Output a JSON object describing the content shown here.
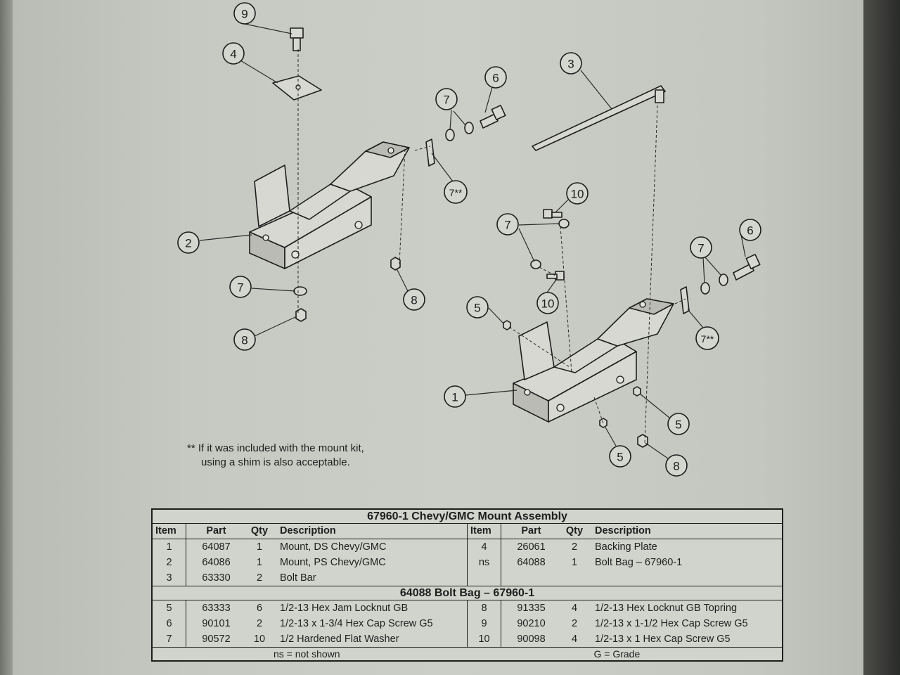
{
  "callouts": {
    "c9": "9",
    "c4": "4",
    "c3": "3",
    "c6a": "6",
    "c7a": "7",
    "c7s1": "7**",
    "c2": "2",
    "c10a": "10",
    "c7b": "7",
    "c6b": "6",
    "c7c": "7",
    "c7d": "7",
    "c10b": "10",
    "c8a": "8",
    "c5a": "5",
    "c7s2": "7**",
    "c8b": "8",
    "c1": "1",
    "c5b": "5",
    "c5c": "5",
    "c8c": "8"
  },
  "note": {
    "line1": "** If it was included with the mount kit,",
    "line2": "using a shim is also acceptable."
  },
  "bom": {
    "title": "67960-1  Chevy/GMC Mount Assembly",
    "headers": {
      "item": "Item",
      "part": "Part",
      "qty": "Qty",
      "desc": "Description"
    },
    "assembly_rows": [
      {
        "l": {
          "item": "1",
          "part": "64087",
          "qty": "1",
          "desc": "Mount, DS Chevy/GMC"
        },
        "r": {
          "item": "4",
          "part": "26061",
          "qty": "2",
          "desc": "Backing Plate"
        }
      },
      {
        "l": {
          "item": "2",
          "part": "64086",
          "qty": "1",
          "desc": "Mount, PS Chevy/GMC"
        },
        "r": {
          "item": "ns",
          "part": "64088",
          "qty": "1",
          "desc": "Bolt Bag – 67960-1"
        }
      },
      {
        "l": {
          "item": "3",
          "part": "63330",
          "qty": "2",
          "desc": "Bolt Bar"
        },
        "r": {
          "item": "",
          "part": "",
          "qty": "",
          "desc": ""
        }
      }
    ],
    "bag_title": "64088  Bolt Bag – 67960-1",
    "bag_rows": [
      {
        "l": {
          "item": "5",
          "part": "63333",
          "qty": "6",
          "desc": "1/2-13 Hex Jam Locknut GB"
        },
        "r": {
          "item": "8",
          "part": "91335",
          "qty": "4",
          "desc": "1/2-13 Hex Locknut GB Topring"
        }
      },
      {
        "l": {
          "item": "6",
          "part": "90101",
          "qty": "2",
          "desc": "1/2-13 x 1-3/4 Hex Cap Screw G5"
        },
        "r": {
          "item": "9",
          "part": "90210",
          "qty": "2",
          "desc": "1/2-13 x 1-1/2 Hex Cap Screw G5"
        }
      },
      {
        "l": {
          "item": "7",
          "part": "90572",
          "qty": "10",
          "desc": "1/2 Hardened Flat Washer"
        },
        "r": {
          "item": "10",
          "part": "90098",
          "qty": "4",
          "desc": "1/2-13 x 1 Hex Cap Screw G5"
        }
      }
    ],
    "footer_left": "ns = not shown",
    "footer_right": "G = Grade"
  }
}
